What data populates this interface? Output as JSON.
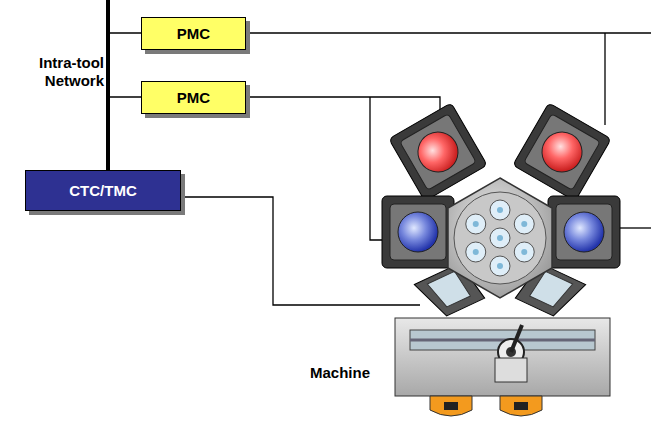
{
  "diagram": {
    "nodes": [
      {
        "text": [
          "PMC"
        ]
      },
      {
        "text": [
          "PMC"
        ]
      },
      {
        "text": [
          "CTC/TMC"
        ]
      }
    ],
    "labels": [
      "Intra-tool Network",
      "Machine"
    ]
  }
}
